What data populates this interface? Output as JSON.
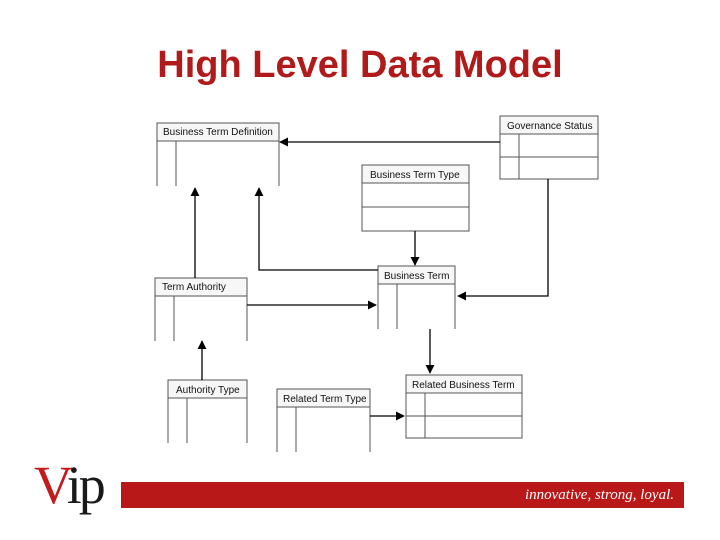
{
  "slide": {
    "title": "High Level Data Model"
  },
  "entities": {
    "business_term_definition": "Business Term Definition",
    "governance_status": "Governance Status",
    "business_term_type": "Business Term Type",
    "term_authority": "Term Authority",
    "business_term": "Business Term",
    "authority_type": "Authority Type",
    "related_term_type": "Related Term Type",
    "related_business_term": "Related Business Term"
  },
  "footer": {
    "tagline": "innovative, strong, loyal.",
    "logo_text_v": "V",
    "logo_text_ip": "ip"
  },
  "colors": {
    "title": "#b01a1a",
    "footer_bar": "#b81818",
    "logo_red": "#c21c1c"
  }
}
